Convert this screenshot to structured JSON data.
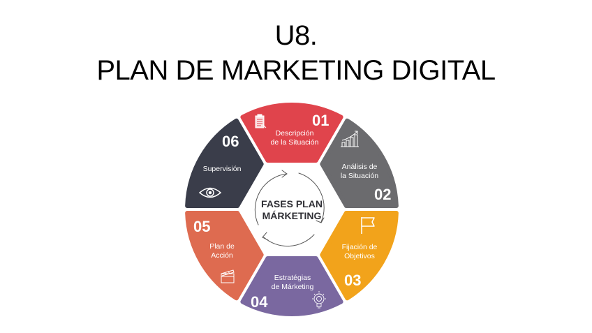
{
  "title": {
    "line1": "U8.",
    "line2": "PLAN DE MARKETING DIGITAL"
  },
  "diagram": {
    "center": {
      "line1": "FASES PLAN",
      "line2": "MÁRKETING",
      "icon": "cycle-arrows-icon"
    },
    "phases": [
      {
        "number": "01",
        "label_line1": "Descripción",
        "label_line2": "de la Situación",
        "icon": "document-icon",
        "color": "#E0444C"
      },
      {
        "number": "02",
        "label_line1": "Análisis de",
        "label_line2": "la Situación",
        "icon": "bar-chart-growth-icon",
        "color": "#6B6B6E"
      },
      {
        "number": "03",
        "label_line1": "Fijación de",
        "label_line2": "Objetivos",
        "icon": "flag-icon",
        "color": "#F2A31B"
      },
      {
        "number": "04",
        "label_line1": "Estratégias",
        "label_line2": "de Márketing",
        "icon": "lightbulb-gear-icon",
        "color": "#7A68A0"
      },
      {
        "number": "05",
        "label_line1": "Plan de",
        "label_line2": "Acción",
        "icon": "clapperboard-icon",
        "color": "#DE6B50"
      },
      {
        "number": "06",
        "label_line1": "Supervisión",
        "label_line2": "",
        "icon": "eye-icon",
        "color": "#3A3D4A"
      }
    ]
  }
}
